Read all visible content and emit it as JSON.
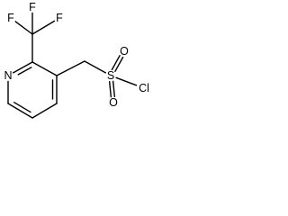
{
  "molecule": {
    "atoms": [
      {
        "id": "N1",
        "label": "N"
      },
      {
        "id": "C2",
        "label": ""
      },
      {
        "id": "C3",
        "label": ""
      },
      {
        "id": "C4",
        "label": ""
      },
      {
        "id": "C5",
        "label": ""
      },
      {
        "id": "C6",
        "label": ""
      },
      {
        "id": "CF3",
        "label": ""
      },
      {
        "id": "F1",
        "label": "F"
      },
      {
        "id": "F2",
        "label": "F"
      },
      {
        "id": "F3",
        "label": "F"
      },
      {
        "id": "CH2",
        "label": ""
      },
      {
        "id": "S",
        "label": "S"
      },
      {
        "id": "O1",
        "label": "O"
      },
      {
        "id": "O2",
        "label": "O"
      },
      {
        "id": "Cl",
        "label": "Cl"
      }
    ],
    "bonds": [
      {
        "a": "N1",
        "b": "C2",
        "order": 2
      },
      {
        "a": "C2",
        "b": "C3",
        "order": 1
      },
      {
        "a": "C3",
        "b": "C4",
        "order": 2
      },
      {
        "a": "C4",
        "b": "C5",
        "order": 1
      },
      {
        "a": "C5",
        "b": "C6",
        "order": 2
      },
      {
        "a": "C6",
        "b": "N1",
        "order": 1
      },
      {
        "a": "C2",
        "b": "CF3",
        "order": 1
      },
      {
        "a": "CF3",
        "b": "F1",
        "order": 1
      },
      {
        "a": "CF3",
        "b": "F2",
        "order": 1
      },
      {
        "a": "CF3",
        "b": "F3",
        "order": 1
      },
      {
        "a": "C3",
        "b": "CH2",
        "order": 1
      },
      {
        "a": "CH2",
        "b": "S",
        "order": 1
      },
      {
        "a": "S",
        "b": "O1",
        "order": 2
      },
      {
        "a": "S",
        "b": "O2",
        "order": 2
      },
      {
        "a": "S",
        "b": "Cl",
        "order": 1
      }
    ]
  }
}
